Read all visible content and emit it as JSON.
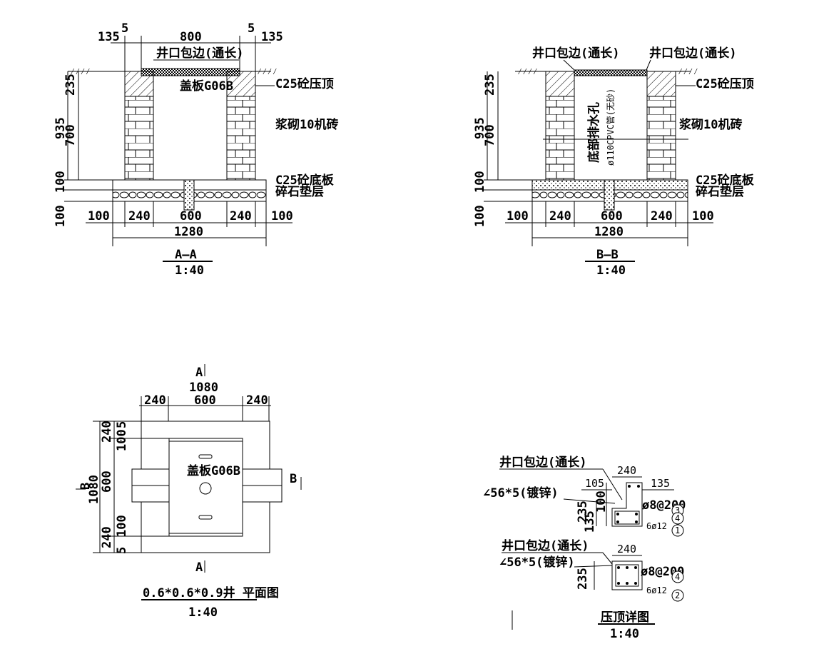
{
  "section_aa": {
    "title": "A—A",
    "scale": "1:40",
    "dims_top": [
      "135",
      "5",
      "800",
      "5",
      "135"
    ],
    "edge_label": "井口包边(通长)",
    "cover_label": "盖板G06B",
    "cap_label": "C25砼压顶",
    "wall_label": "浆砌10机砖",
    "base_label": "C25砼底板",
    "gravel_label": "碎石垫层",
    "dims_left": [
      "235",
      "935",
      "700",
      "100",
      "100"
    ],
    "dims_bottom": [
      "100",
      "240",
      "600",
      "240",
      "100"
    ],
    "total": "1280"
  },
  "section_bb": {
    "title": "B—B",
    "scale": "1:40",
    "edge_label_left": "井口包边(通长)",
    "edge_label_right": "井口包边(通长)",
    "cap_label": "C25砼压顶",
    "wall_label": "浆砌10机砖",
    "base_label": "C25砼底板",
    "gravel_label": "碎石垫层",
    "drain_label": "底部排水孔",
    "pipe_label": "ø110CPVC管(无砂)",
    "dims_left": [
      "235",
      "935",
      "700",
      "100",
      "100"
    ],
    "dims_bottom": [
      "100",
      "240",
      "600",
      "240",
      "100"
    ],
    "total": "1280"
  },
  "plan": {
    "title": "0.6*0.6*0.9井 平面图",
    "scale": "1:40",
    "marker_a": "A",
    "marker_b": "B",
    "dim_total": "1080",
    "dims_top": [
      "240",
      "600",
      "240"
    ],
    "dims_left": [
      "240",
      "100",
      "5",
      "600",
      "100",
      "240",
      "5"
    ],
    "cover_label": "盖板G06B"
  },
  "detail": {
    "title": "压顶详图",
    "scale": "1:40",
    "edge_label_1": "井口包边(通长)",
    "angle_1": "∠56*5(镀锌)",
    "dims_1": [
      "240",
      "105",
      "135",
      "235",
      "100",
      "135"
    ],
    "rebar_1": "ø8@200",
    "rebar_1b": "6ø12",
    "num_1": [
      "3",
      "4",
      "1"
    ],
    "edge_label_2": "井口包边(通长)",
    "angle_2": "∠56*5(镀锌)",
    "dims_2": [
      "240",
      "235"
    ],
    "rebar_2": "ø8@200",
    "rebar_2b": "6ø12",
    "num_2": [
      "4",
      "2"
    ]
  }
}
